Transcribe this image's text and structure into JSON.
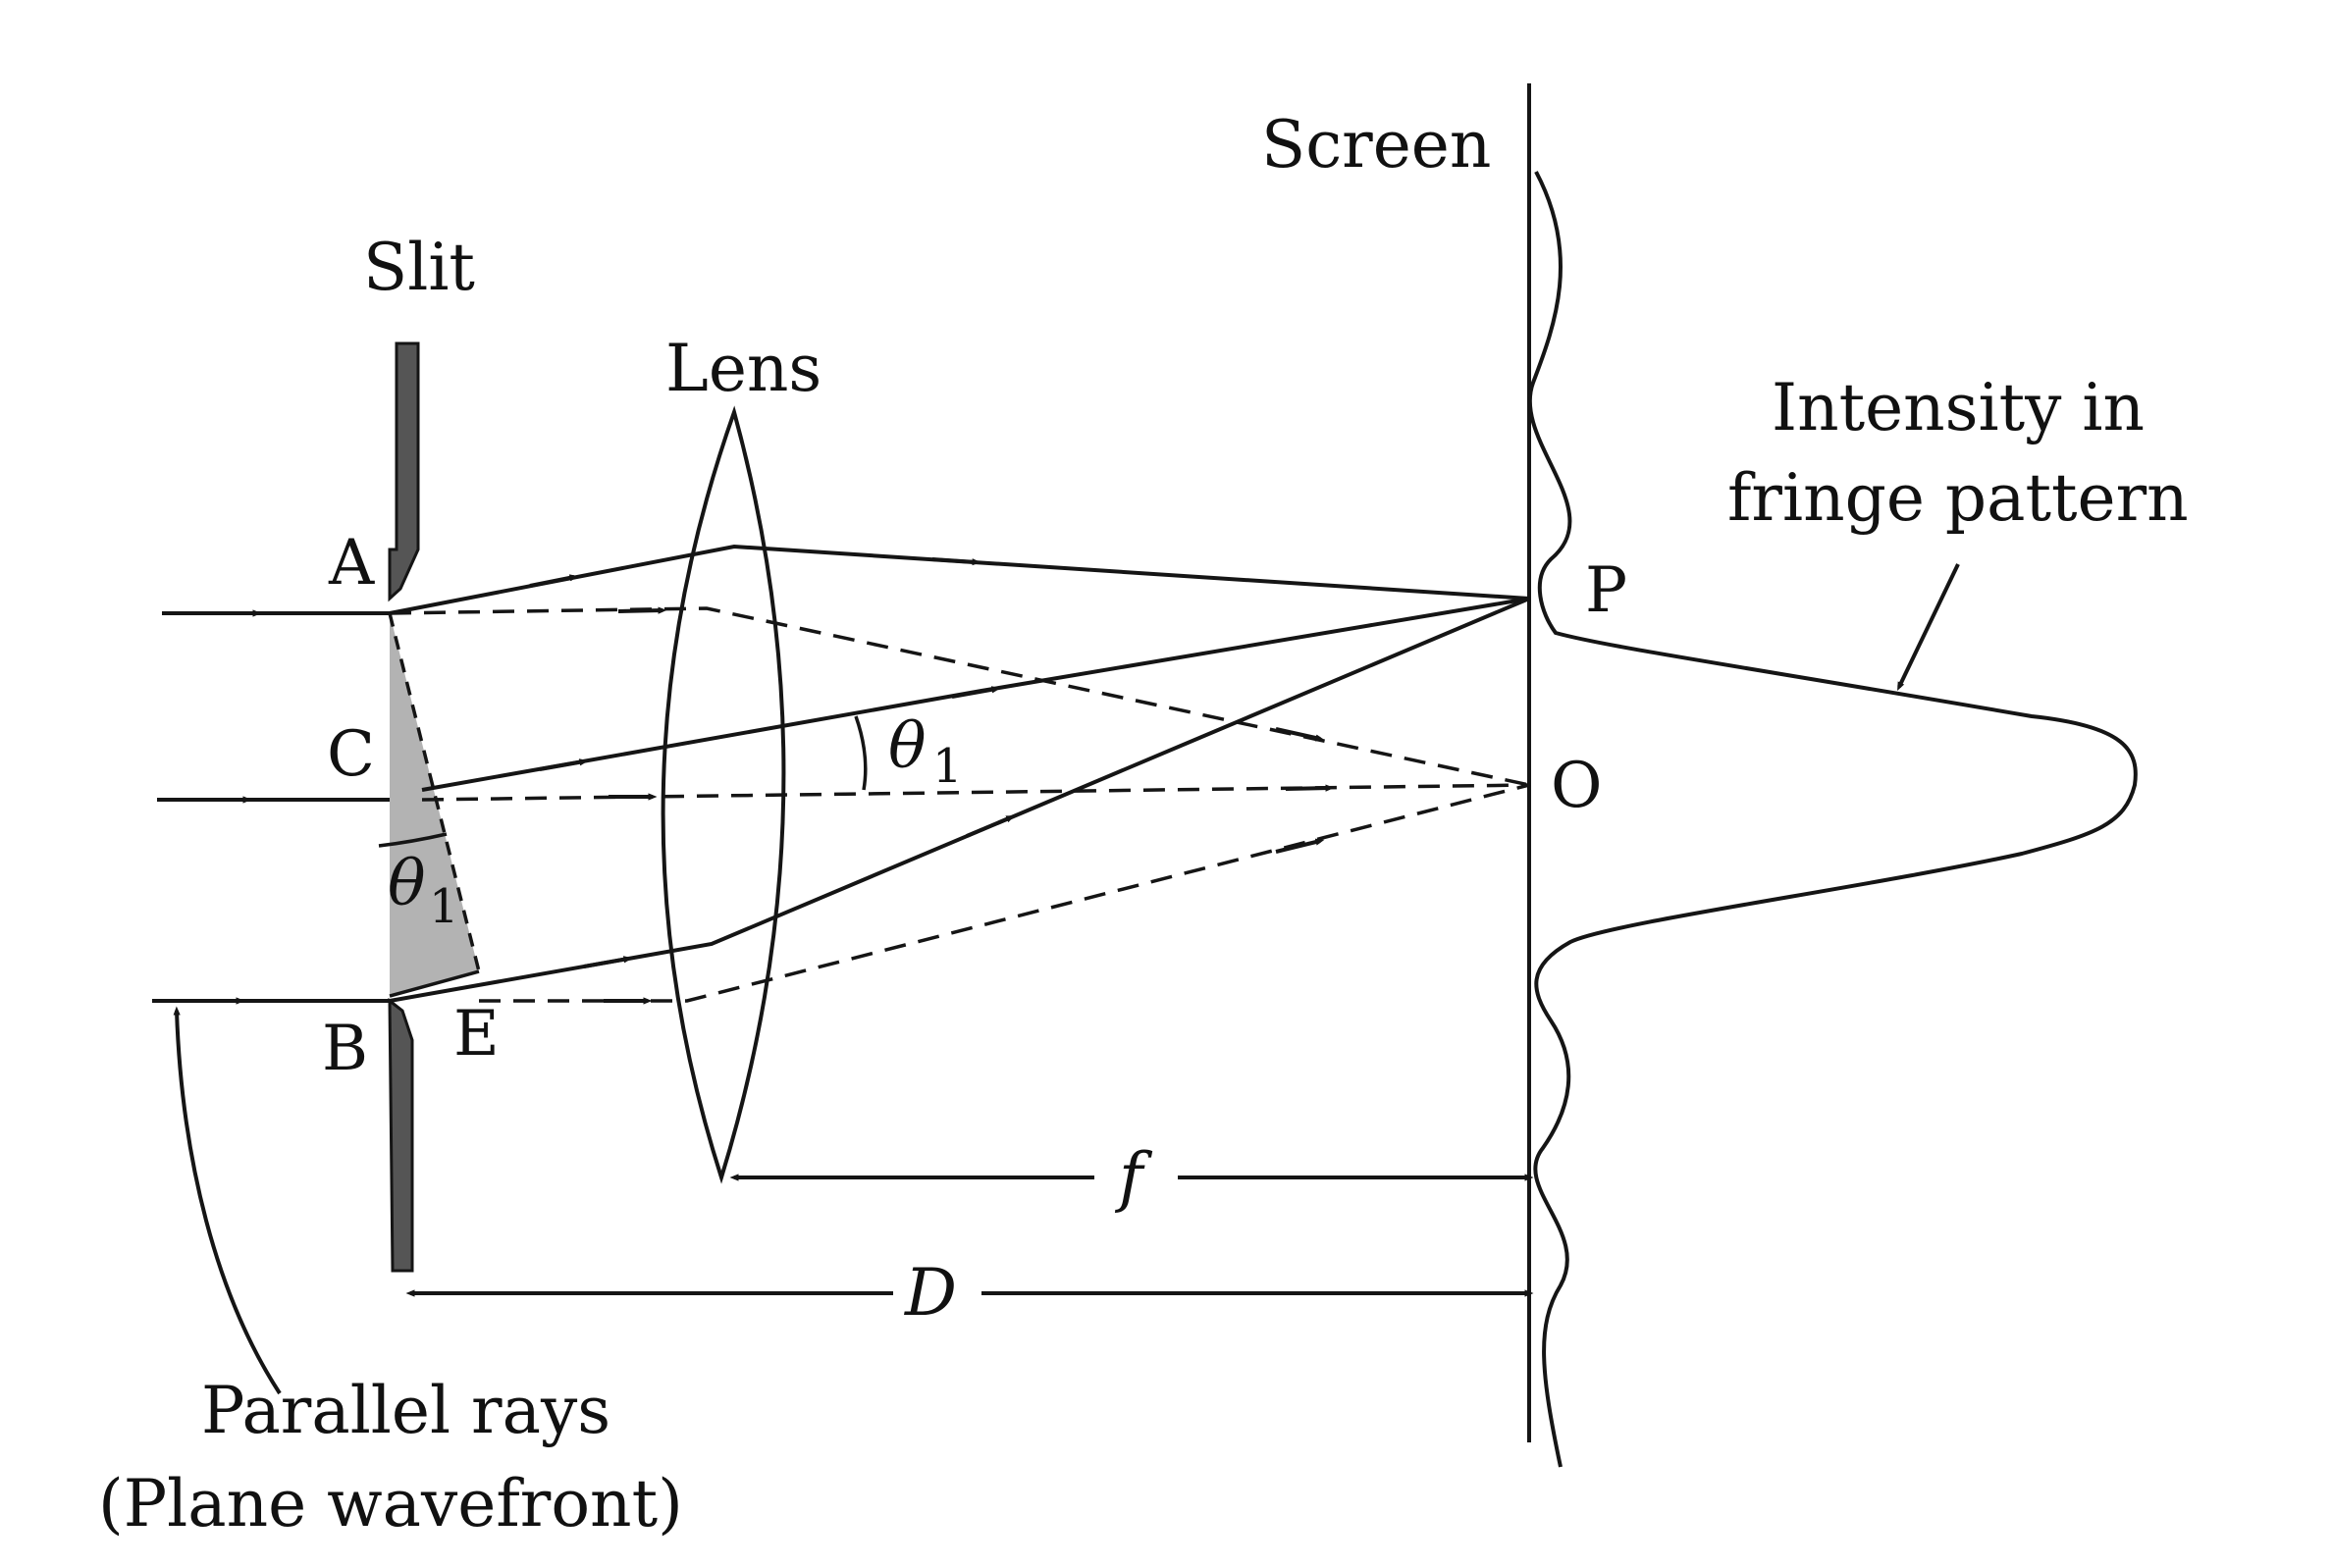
{
  "labels": {
    "slit": "Slit",
    "lens": "Lens",
    "screen": "Screen",
    "intensity_line1": "Intensity in",
    "intensity_line2": "fringe pattern",
    "point_a": "A",
    "point_b": "B",
    "point_c": "C",
    "point_e": "E",
    "point_p": "P",
    "point_o": "O",
    "theta_upper": "θ",
    "theta_upper_sub": "1",
    "theta_lower": "θ",
    "theta_lower_sub": "1",
    "focal_length": "f",
    "distance": "D",
    "parallel_line1": "Parallel rays",
    "parallel_line2": "(Plane wavefront)"
  },
  "colors": {
    "ink": "#151515",
    "slit_fill": "#555555",
    "shaded_triangle": "#b3b3b3",
    "background": "#ffffff"
  }
}
